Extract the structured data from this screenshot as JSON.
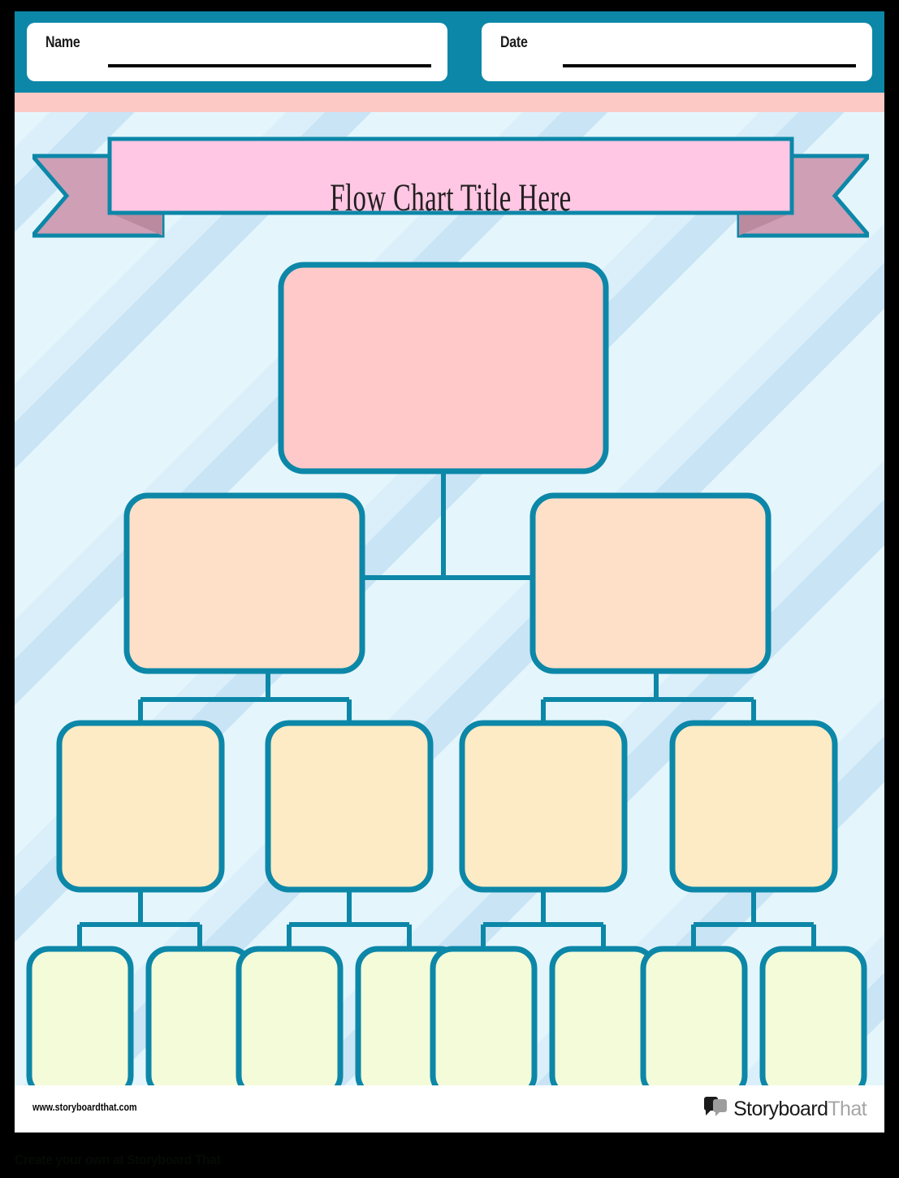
{
  "document": {
    "type": "flow-chart-worksheet",
    "title": "Flow Chart Title Here"
  },
  "header": {
    "name_label": "Name",
    "date_label": "Date"
  },
  "banner": {
    "title": "Flow Chart Title Here"
  },
  "chart_data": {
    "type": "tree",
    "title": "Flow Chart Title Here",
    "orientation": "top-down",
    "levels": 4,
    "node_counts": [
      1,
      2,
      4,
      8
    ],
    "nodes": [
      {
        "id": "L1-1",
        "level": 1,
        "label": "",
        "fill": "#ffc9c9",
        "parent": null
      },
      {
        "id": "L2-1",
        "level": 2,
        "label": "",
        "fill": "#fee0c8",
        "parent": "L1-1"
      },
      {
        "id": "L2-2",
        "level": 2,
        "label": "",
        "fill": "#fee0c8",
        "parent": "L1-1"
      },
      {
        "id": "L3-1",
        "level": 3,
        "label": "",
        "fill": "#fdebc5",
        "parent": "L2-1"
      },
      {
        "id": "L3-2",
        "level": 3,
        "label": "",
        "fill": "#fdebc5",
        "parent": "L2-1"
      },
      {
        "id": "L3-3",
        "level": 3,
        "label": "",
        "fill": "#fdebc5",
        "parent": "L2-2"
      },
      {
        "id": "L3-4",
        "level": 3,
        "label": "",
        "fill": "#fdebc5",
        "parent": "L2-2"
      },
      {
        "id": "L4-1",
        "level": 4,
        "label": "",
        "fill": "#f4fbd9",
        "parent": "L3-1"
      },
      {
        "id": "L4-2",
        "level": 4,
        "label": "",
        "fill": "#f4fbd9",
        "parent": "L3-1"
      },
      {
        "id": "L4-3",
        "level": 4,
        "label": "",
        "fill": "#f4fbd9",
        "parent": "L3-2"
      },
      {
        "id": "L4-4",
        "level": 4,
        "label": "",
        "fill": "#f4fbd9",
        "parent": "L3-2"
      },
      {
        "id": "L4-5",
        "level": 4,
        "label": "",
        "fill": "#f4fbd9",
        "parent": "L3-3"
      },
      {
        "id": "L4-6",
        "level": 4,
        "label": "",
        "fill": "#f4fbd9",
        "parent": "L3-3"
      },
      {
        "id": "L4-7",
        "level": 4,
        "label": "",
        "fill": "#f4fbd9",
        "parent": "L3-4"
      },
      {
        "id": "L4-8",
        "level": 4,
        "label": "",
        "fill": "#f4fbd9",
        "parent": "L3-4"
      }
    ]
  },
  "footer": {
    "url": "www.storyboardthat.com",
    "logo_primary": "Storyboard",
    "logo_secondary": "That"
  },
  "bottom_caption": "Create your own at Storyboard That",
  "colors": {
    "teal": "#0c87a8",
    "header_band": "#0c87a8",
    "pink_strip": "#fcc9c4",
    "banner_pink": "#ffc7e4",
    "banner_tail": "#ce9fb5",
    "banner_fold": "#ba8a9f",
    "canvas_base": "#e4f6fc",
    "canvas_stripe": "#c9e4f5",
    "level1_fill": "#ffc9c9",
    "level2_fill": "#fee0c8",
    "level3_fill": "#fdebc5",
    "level4_fill": "#f4fbd9",
    "page": "#ffffff",
    "frame": "#000000"
  }
}
